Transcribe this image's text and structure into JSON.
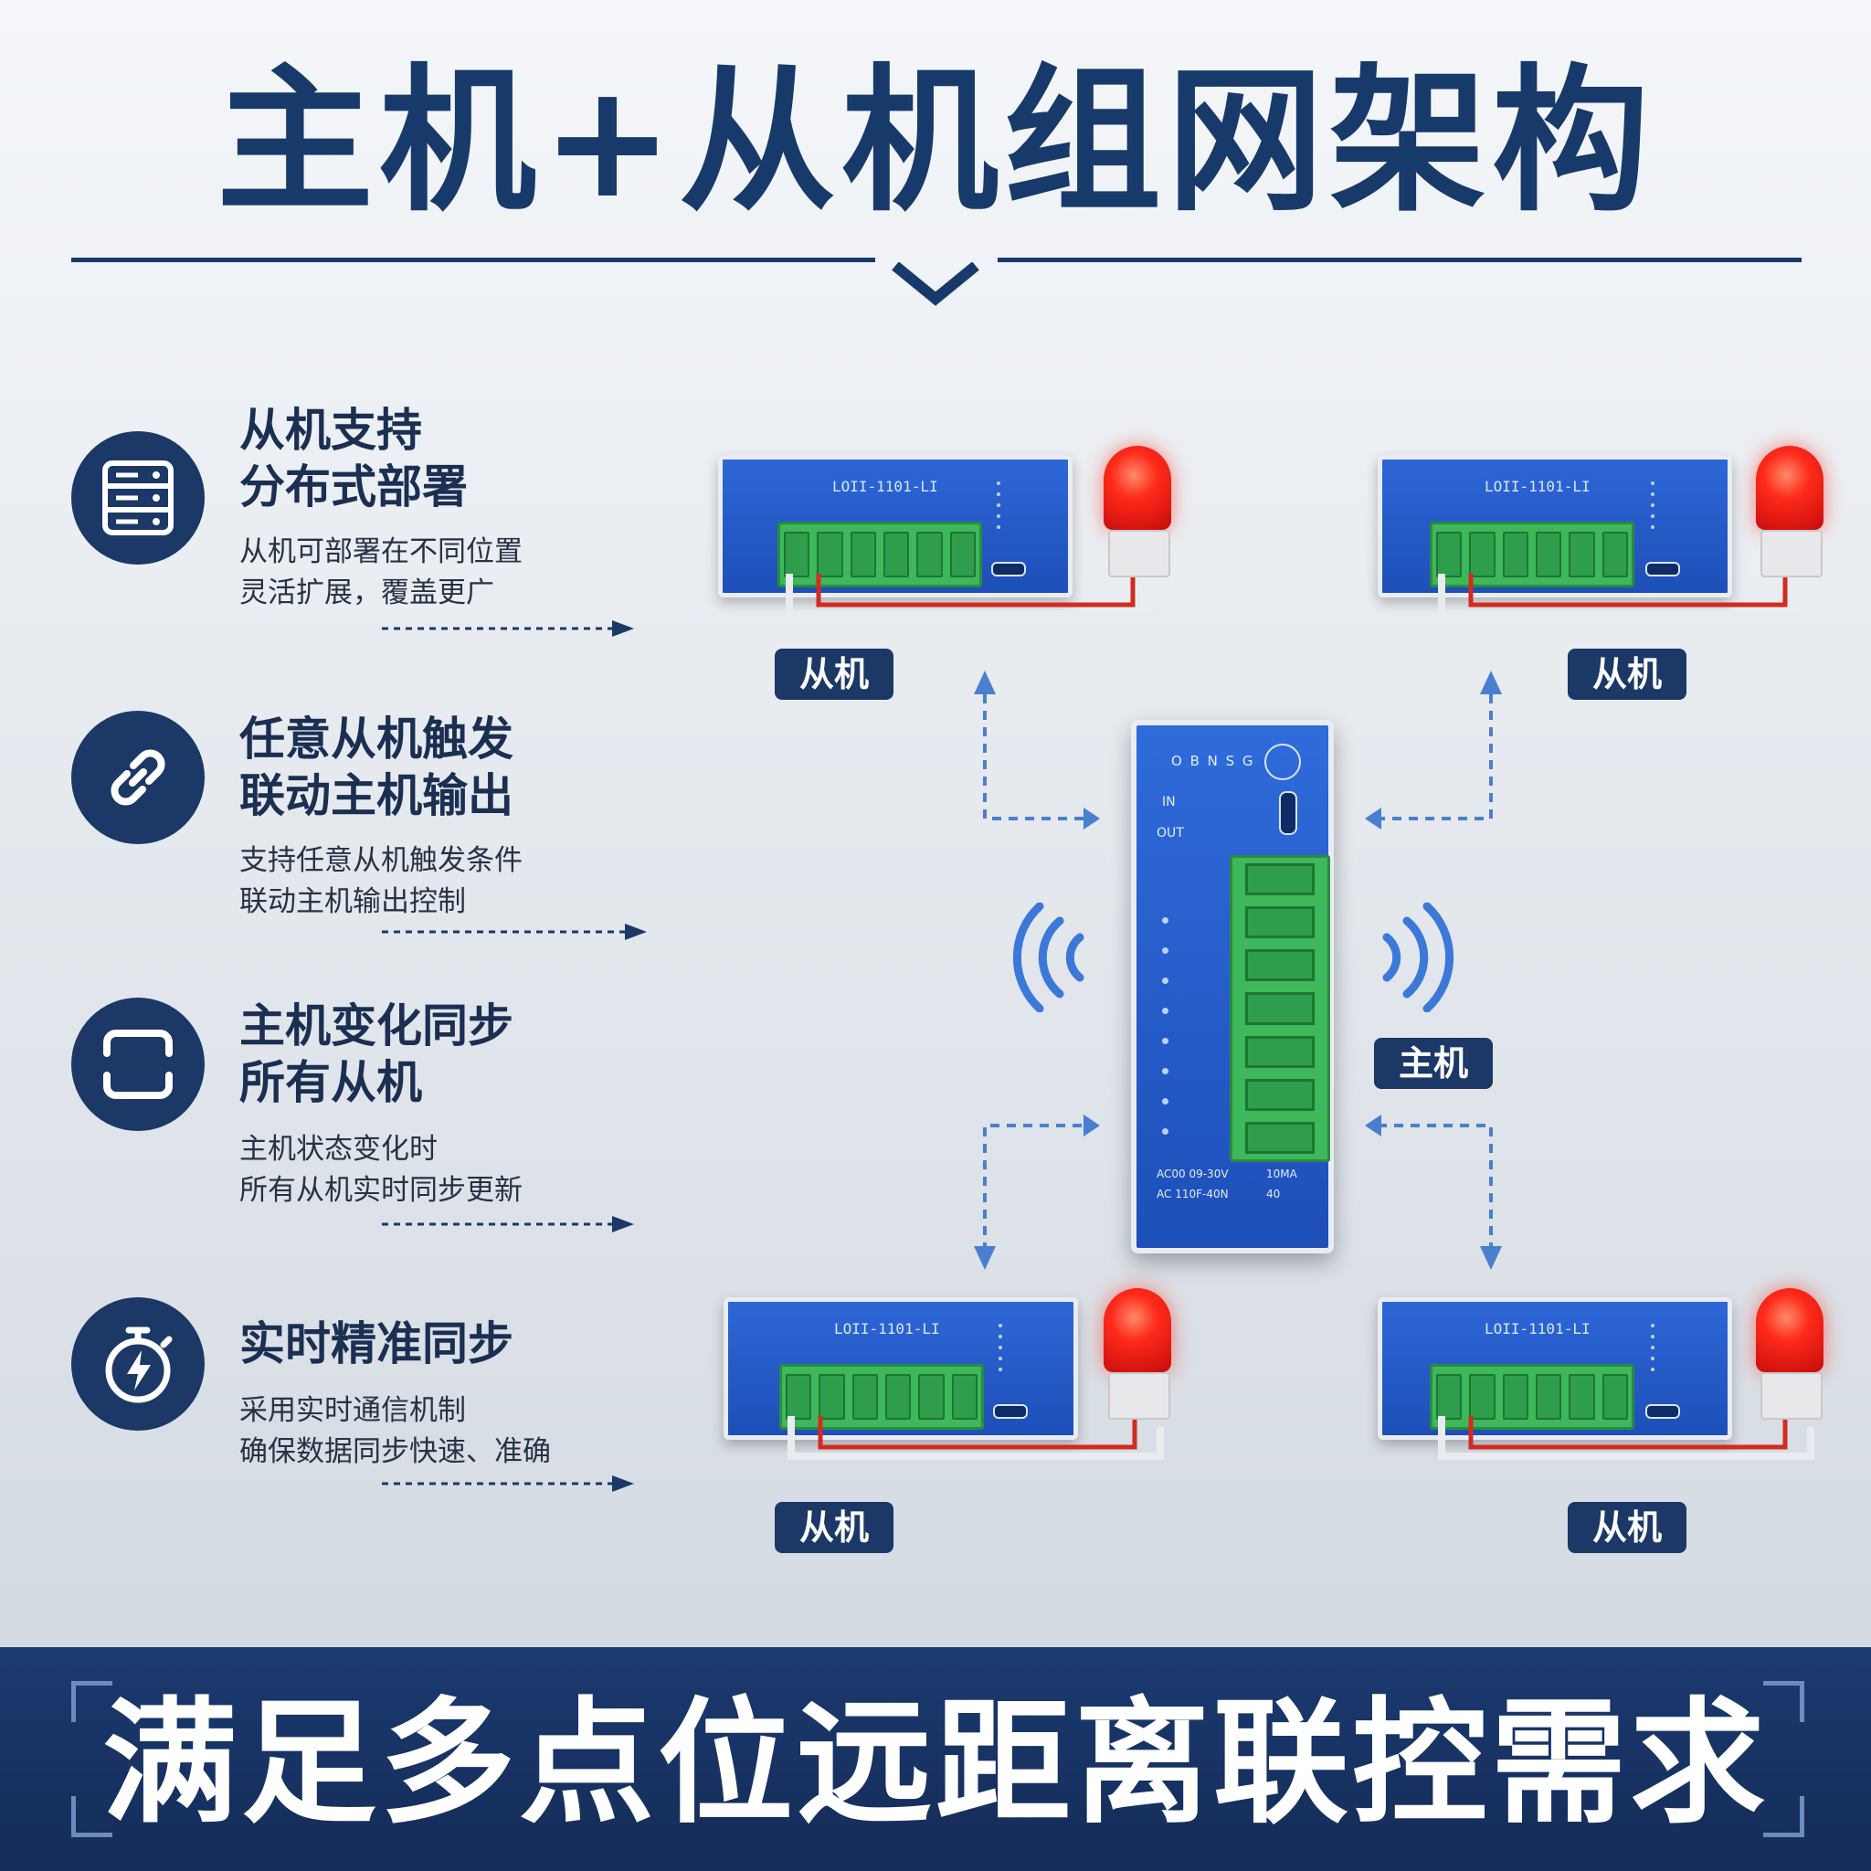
{
  "header": {
    "title": "主机+从机组网架构"
  },
  "features": [
    {
      "icon": "server-rack-icon",
      "title_line1": "从机支持",
      "title_line2": "分布式部署",
      "desc_line1": "从机可部署在不同位置",
      "desc_line2": "灵活扩展，覆盖更广"
    },
    {
      "icon": "link-chain-icon",
      "title_line1": "任意从机触发",
      "title_line2": "联动主机输出",
      "desc_line1": "支持任意从机触发条件",
      "desc_line2": "联动主机输出控制"
    },
    {
      "icon": "sync-frame-icon",
      "title_line1": "主机变化同步",
      "title_line2": "所有从机",
      "desc_line1": "主机状态变化时",
      "desc_line2": "所有从机实时同步更新"
    },
    {
      "icon": "stopwatch-bolt-icon",
      "title_line1": "实时精准同步",
      "title_line2": "",
      "desc_line1": "采用实时通信机制",
      "desc_line2": "确保数据同步快速、准确"
    }
  ],
  "devices": {
    "slave_label": "从机",
    "master_label": "主机",
    "slave_model": "LOII-1101-LI",
    "master_top_letters": "O B N S G",
    "master_in": "IN",
    "master_out": "OUT",
    "master_spec1": "AC00 09-30V",
    "master_spec2": "10MA",
    "master_spec3": "AC 110F-40N",
    "master_spec4": "40"
  },
  "footer": {
    "slogan": "满足多点位远距离联控需求"
  }
}
